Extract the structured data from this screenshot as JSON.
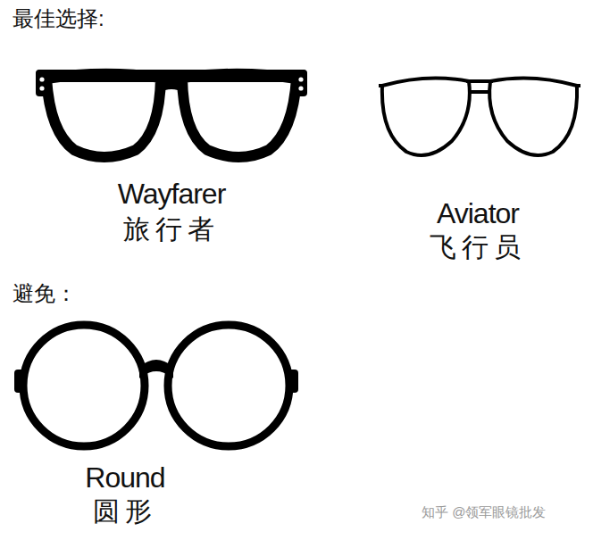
{
  "diagram": {
    "labels": [
      "最佳选择:",
      "Wayfarer",
      "旅行者",
      "Aviator",
      "飞行员",
      "避免：",
      "Round",
      "圆形",
      "知乎 @领军眼镜批发"
    ]
  }
}
